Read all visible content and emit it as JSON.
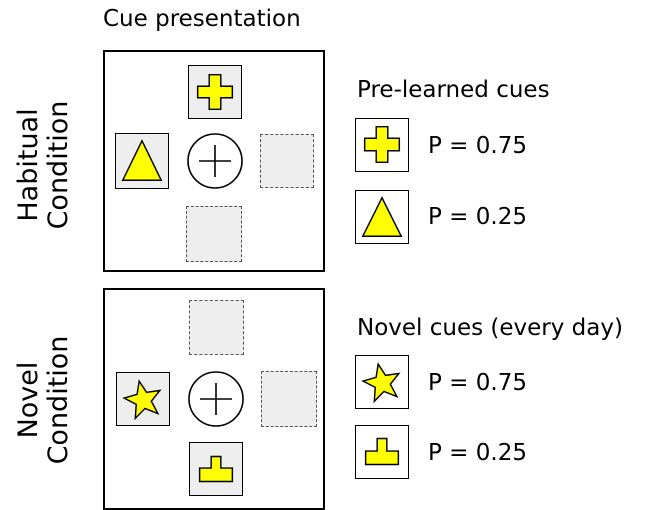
{
  "figure": {
    "title": "Cue presentation",
    "conditions": [
      {
        "id": "habitual",
        "label_line1": "Habitual",
        "label_line2": "Condition"
      },
      {
        "id": "novel",
        "label_line1": "Novel",
        "label_line2": "Condition"
      }
    ],
    "pre_learned": {
      "heading": "Pre-learned cues",
      "cues": [
        {
          "shape": "plus-icon",
          "label": "P = 0.75"
        },
        {
          "shape": "triangle-icon",
          "label": "P = 0.25"
        }
      ]
    },
    "novel": {
      "heading": "Novel cues (every day)",
      "cues": [
        {
          "shape": "star-icon",
          "label": "P = 0.75"
        },
        {
          "shape": "t-shape-icon",
          "label": "P = 0.25"
        }
      ]
    },
    "colors": {
      "cue_fill": "#ffff00",
      "slot_fill": "#eeeeee",
      "outline": "#000000"
    }
  }
}
